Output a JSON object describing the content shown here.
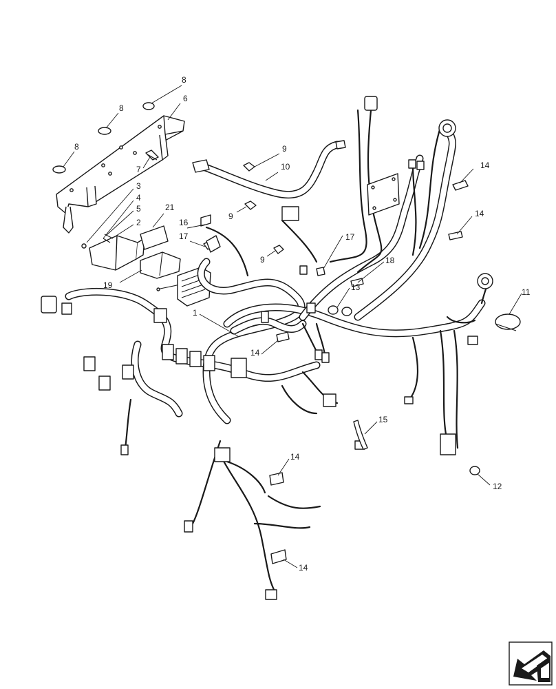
{
  "callouts": [
    {
      "id": "c8a",
      "text": "8"
    },
    {
      "id": "c8b",
      "text": "8"
    },
    {
      "id": "c8c",
      "text": "8"
    },
    {
      "id": "c6",
      "text": "6"
    },
    {
      "id": "c7",
      "text": "7"
    },
    {
      "id": "c9a",
      "text": "9"
    },
    {
      "id": "c10",
      "text": "10"
    },
    {
      "id": "c9b",
      "text": "9"
    },
    {
      "id": "c3",
      "text": "3"
    },
    {
      "id": "c4",
      "text": "4"
    },
    {
      "id": "c5",
      "text": "5"
    },
    {
      "id": "c2",
      "text": "2"
    },
    {
      "id": "c21",
      "text": "21"
    },
    {
      "id": "c16",
      "text": "16"
    },
    {
      "id": "c17a",
      "text": "17"
    },
    {
      "id": "c9c",
      "text": "9"
    },
    {
      "id": "c17b",
      "text": "17"
    },
    {
      "id": "c18",
      "text": "18"
    },
    {
      "id": "c13",
      "text": "13"
    },
    {
      "id": "c19",
      "text": "19"
    },
    {
      "id": "c1",
      "text": "1"
    },
    {
      "id": "c14a",
      "text": "14"
    },
    {
      "id": "c14b",
      "text": "14"
    },
    {
      "id": "c14c",
      "text": "14"
    },
    {
      "id": "c11",
      "text": "11"
    },
    {
      "id": "c15",
      "text": "15"
    },
    {
      "id": "c14d",
      "text": "14"
    },
    {
      "id": "c12",
      "text": "12"
    },
    {
      "id": "c14e",
      "text": "14"
    }
  ],
  "nav_icon": "arrow-left-corner-icon"
}
